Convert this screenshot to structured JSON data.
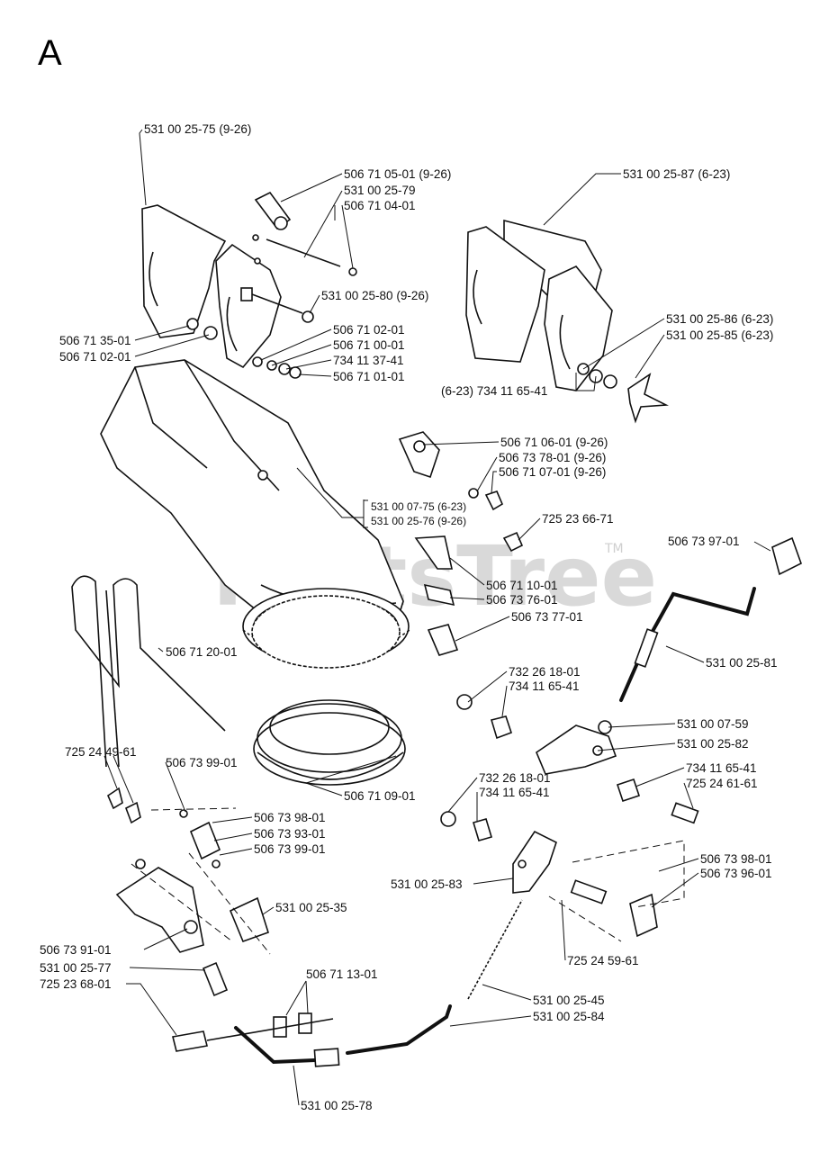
{
  "page_letter": "A",
  "watermark": "PartsTree",
  "watermark_tm": "TM",
  "labels": {
    "p_531_00_25_75": "531 00 25-75 (9-26)",
    "p_506_71_05_01": "506 71 05-01 (9-26)",
    "p_531_00_25_79": "531 00 25-79",
    "p_506_71_04_01": "506 71 04-01",
    "p_531_00_25_80": "531 00 25-80 (9-26)",
    "p_506_71_35_01": "506 71 35-01",
    "p_506_71_02_01_left": "506 71 02-01",
    "p_506_71_02_01_right": "506 71 02-01",
    "p_506_71_00_01": "506 71 00-01",
    "p_734_11_37_41": "734 11 37-41",
    "p_506_71_01_01": "506 71 01-01",
    "p_531_00_25_87": "531 00 25-87 (6-23)",
    "p_531_00_25_86": "531 00 25-86 (6-23)",
    "p_531_00_25_85": "531 00 25-85 (6-23)",
    "p_734_11_65_41_top": "(6-23) 734 11 65-41",
    "p_506_71_06_01": "506 71 06-01 (9-26)",
    "p_506_73_78_01": "506 73 78-01 (9-26)",
    "p_506_71_07_01": "506 71 07-01 (9-26)",
    "p_531_00_07_75": "531 00 07-75 (6-23)",
    "p_531_00_25_76": "531 00 25-76 (9-26)",
    "p_725_23_66_71": "725 23 66-71",
    "p_506_73_97_01": "506 73 97-01",
    "p_506_71_10_01": "506 71 10-01",
    "p_506_73_76_01": "506 73 76-01",
    "p_506_73_77_01": "506 73 77-01",
    "p_506_71_20_01": "506 71 20-01",
    "p_531_00_25_81": "531 00 25-81",
    "p_732_26_18_01_a": "732 26 18-01",
    "p_734_11_65_41_a": "734 11 65-41",
    "p_531_00_07_59": "531 00 07-59",
    "p_531_00_25_82": "531 00 25-82",
    "p_734_11_65_41_b": "734 11 65-41",
    "p_725_24_61_61": "725 24 61-61",
    "p_725_24_49_61": "725 24 49-61",
    "p_506_73_99_01_top": "506 73 99-01",
    "p_506_71_09_01": "506 71 09-01",
    "p_732_26_18_01_b": "732 26 18-01",
    "p_734_11_65_41_c": "734 11 65-41",
    "p_506_73_98_01_left": "506 73 98-01",
    "p_506_73_93_01": "506 73 93-01",
    "p_506_73_99_01_bottom": "506 73 99-01",
    "p_531_00_25_83": "531 00 25-83",
    "p_506_73_98_01_right": "506 73 98-01",
    "p_506_73_96_01": "506 73 96-01",
    "p_531_00_25_35": "531 00 25-35",
    "p_506_73_91_01": "506 73 91-01",
    "p_531_00_25_77": "531 00 25-77",
    "p_506_71_13_01": "506 71 13-01",
    "p_725_23_68_01": "725 23 68-01",
    "p_725_24_59_61": "725 24 59-61",
    "p_531_00_25_45": "531 00 25-45",
    "p_531_00_25_84": "531 00 25-84",
    "p_531_00_25_78": "531 00 25-78"
  }
}
